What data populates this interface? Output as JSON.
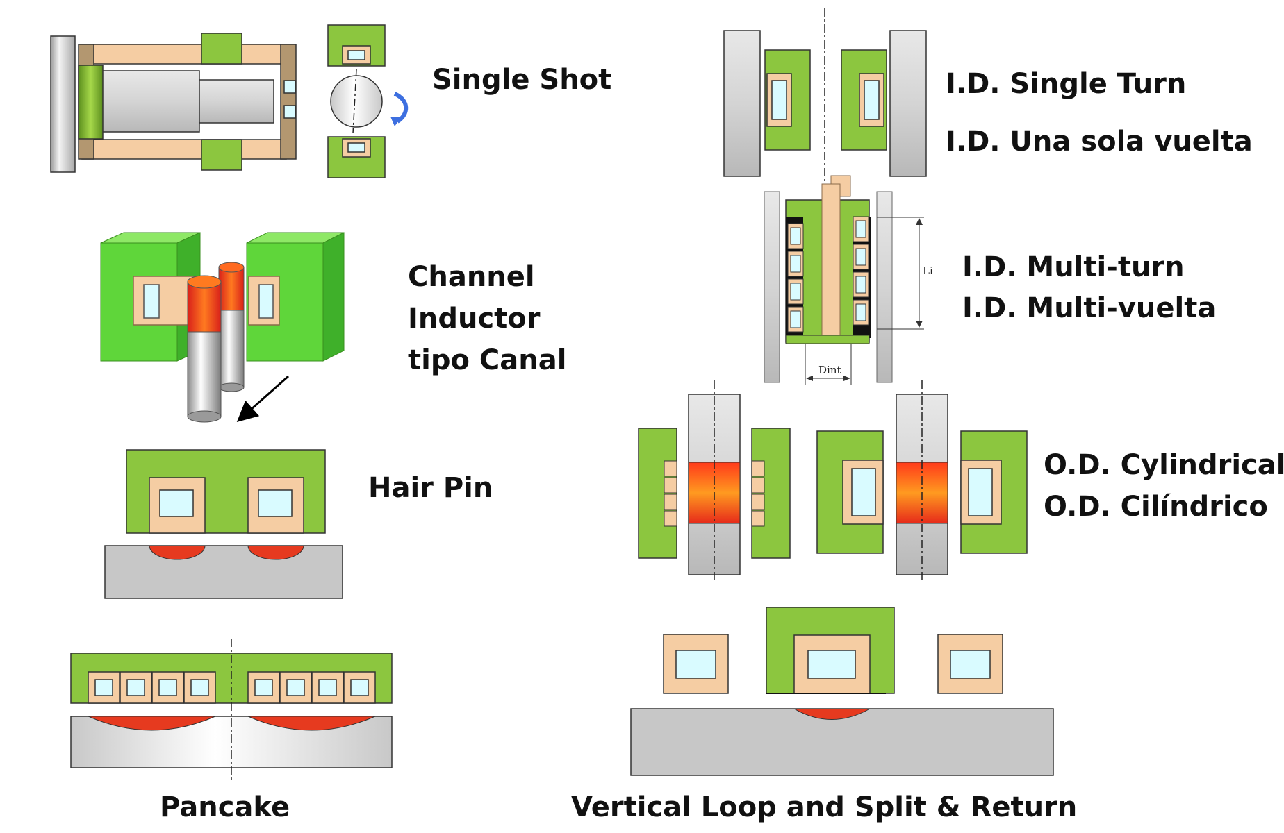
{
  "labels": {
    "single_shot": "Single Shot",
    "channel_line1": "Channel",
    "channel_line2": "Inductor",
    "channel_line3": "tipo Canal",
    "hair_pin": "Hair Pin",
    "pancake": "Pancake",
    "id_single_en": "I.D.  Single Turn",
    "id_single_es": "I.D. Una sola vuelta",
    "id_multi_en": "I.D. Multi-turn",
    "id_multi_es": "I.D. Multi-vuelta",
    "od_cyl_en": "O.D. Cylindrical",
    "od_cyl_es": "O.D. Cilíndrico",
    "vertical_loop": "Vertical Loop and Split & Return",
    "dim_li": "Li",
    "dim_dint": "Dint"
  },
  "colors": {
    "concentrator_green": "#8cc63f",
    "channel_green": "#5fd63a",
    "copper_tan": "#f5cda3",
    "coolant_cyan": "#d9fbff",
    "heated_red": "#e63a1f",
    "workpiece_gray": "#c7c7c7",
    "rotation_arrow_blue": "#3d6fe0"
  },
  "icons": {
    "rotation": "rotation-arrow-icon",
    "feed_direction": "feed-arrow-icon"
  }
}
